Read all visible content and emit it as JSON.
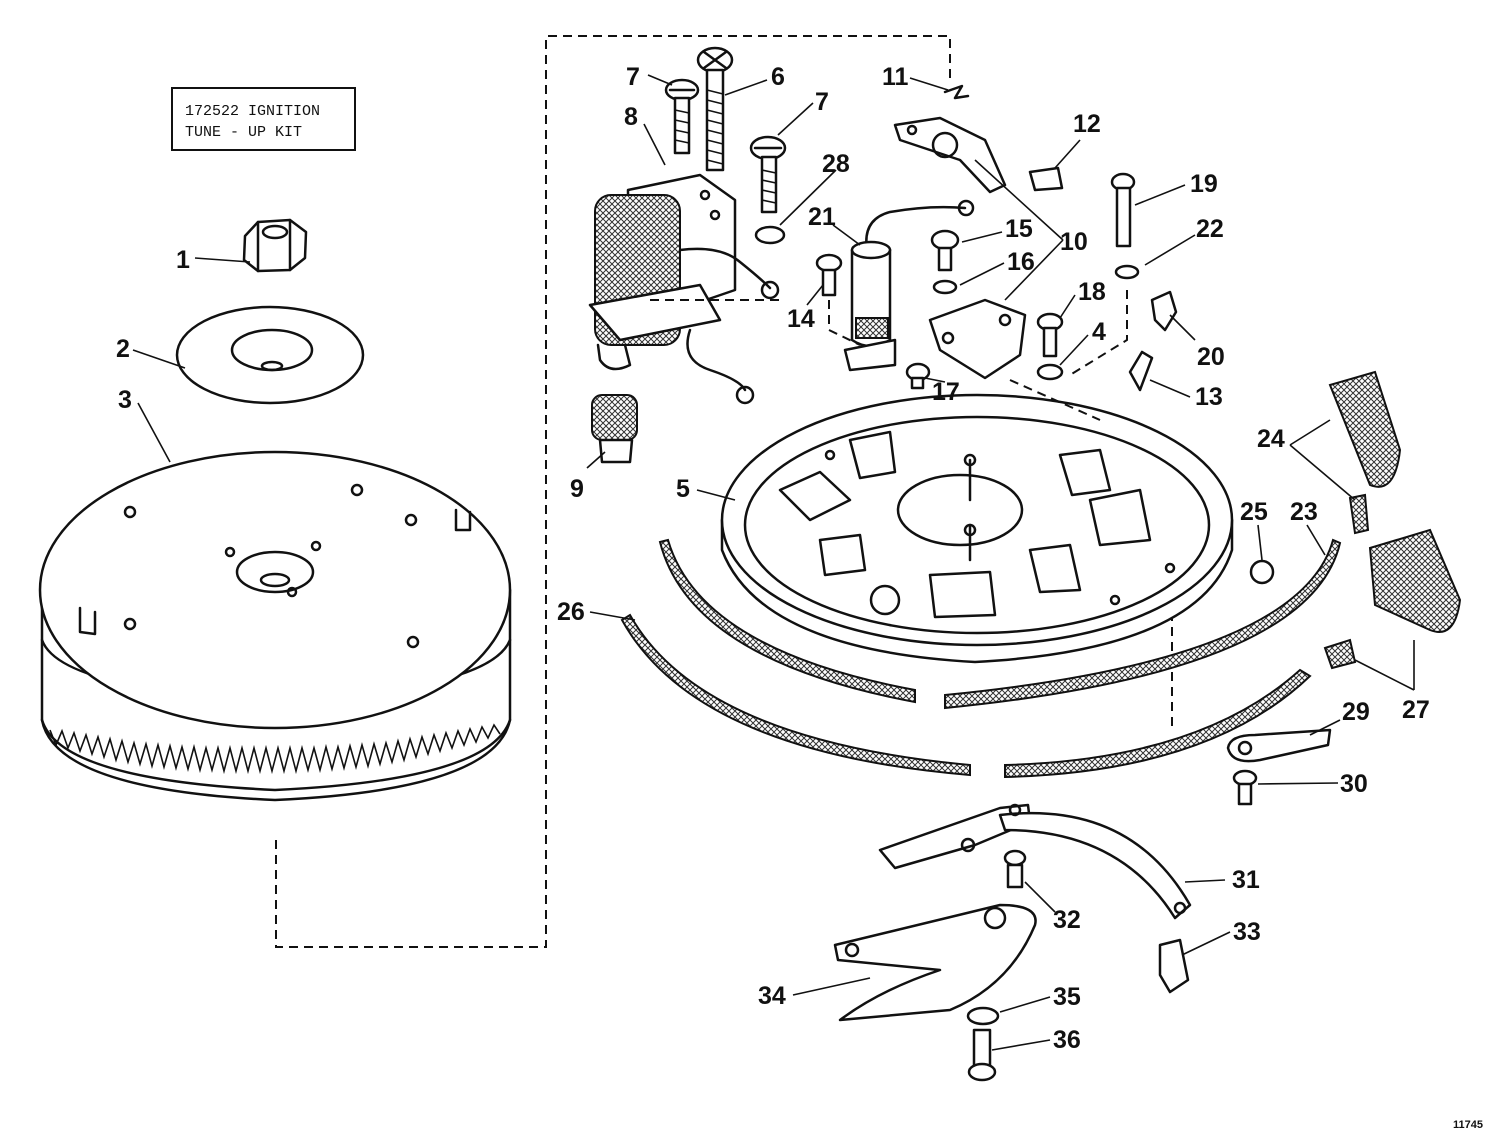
{
  "kit_box": {
    "line1": "172522 IGNITION",
    "line2": "TUNE - UP KIT"
  },
  "figure_number": "11745",
  "callouts": [
    {
      "id": "1",
      "text": "1"
    },
    {
      "id": "2",
      "text": "2"
    },
    {
      "id": "3",
      "text": "3"
    },
    {
      "id": "4",
      "text": "4"
    },
    {
      "id": "5",
      "text": "5"
    },
    {
      "id": "6",
      "text": "6"
    },
    {
      "id": "7a",
      "text": "7"
    },
    {
      "id": "7b",
      "text": "7"
    },
    {
      "id": "8",
      "text": "8"
    },
    {
      "id": "9",
      "text": "9"
    },
    {
      "id": "10",
      "text": "10"
    },
    {
      "id": "11",
      "text": "11"
    },
    {
      "id": "12",
      "text": "12"
    },
    {
      "id": "13",
      "text": "13"
    },
    {
      "id": "14",
      "text": "14"
    },
    {
      "id": "15",
      "text": "15"
    },
    {
      "id": "16",
      "text": "16"
    },
    {
      "id": "17",
      "text": "17"
    },
    {
      "id": "18",
      "text": "18"
    },
    {
      "id": "19",
      "text": "19"
    },
    {
      "id": "20",
      "text": "20"
    },
    {
      "id": "21",
      "text": "21"
    },
    {
      "id": "22",
      "text": "22"
    },
    {
      "id": "23",
      "text": "23"
    },
    {
      "id": "24",
      "text": "24"
    },
    {
      "id": "25",
      "text": "25"
    },
    {
      "id": "26",
      "text": "26"
    },
    {
      "id": "27",
      "text": "27"
    },
    {
      "id": "28",
      "text": "28"
    },
    {
      "id": "29",
      "text": "29"
    },
    {
      "id": "30",
      "text": "30"
    },
    {
      "id": "31",
      "text": "31"
    },
    {
      "id": "32",
      "text": "32"
    },
    {
      "id": "33",
      "text": "33"
    },
    {
      "id": "34",
      "text": "34"
    },
    {
      "id": "35",
      "text": "35"
    },
    {
      "id": "36",
      "text": "36"
    }
  ]
}
